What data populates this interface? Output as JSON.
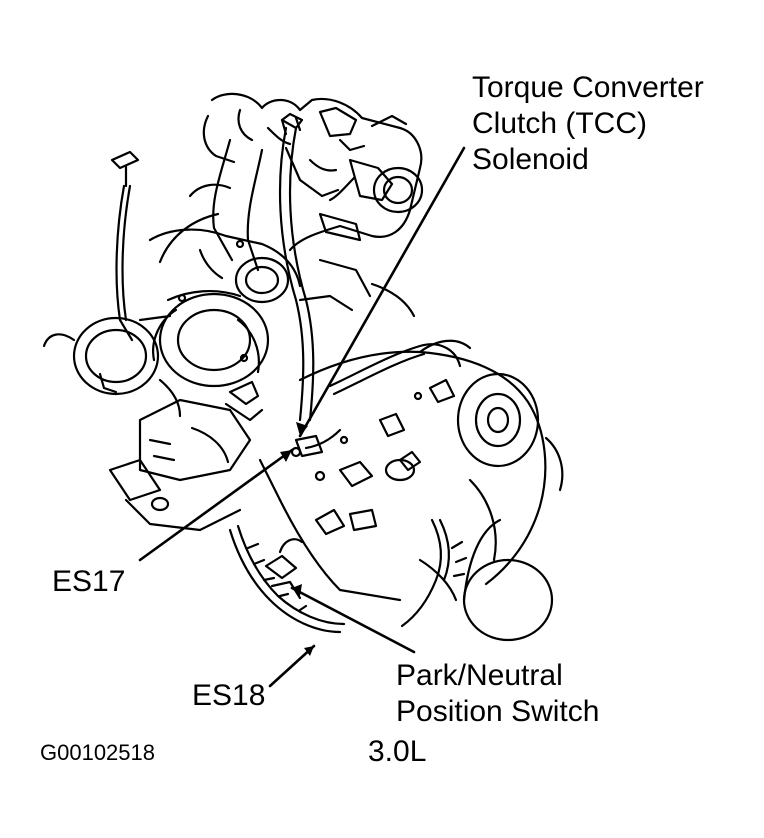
{
  "labels": {
    "tcc_line1": "Torque Converter",
    "tcc_line2": "Clutch (TCC)",
    "tcc_line3": "Solenoid",
    "es17": "ES17",
    "es18": "ES18",
    "pnp_line1": "Park/Neutral",
    "pnp_line2": "Position Switch",
    "engine": "3.0L",
    "figure_id": "G00102518"
  }
}
